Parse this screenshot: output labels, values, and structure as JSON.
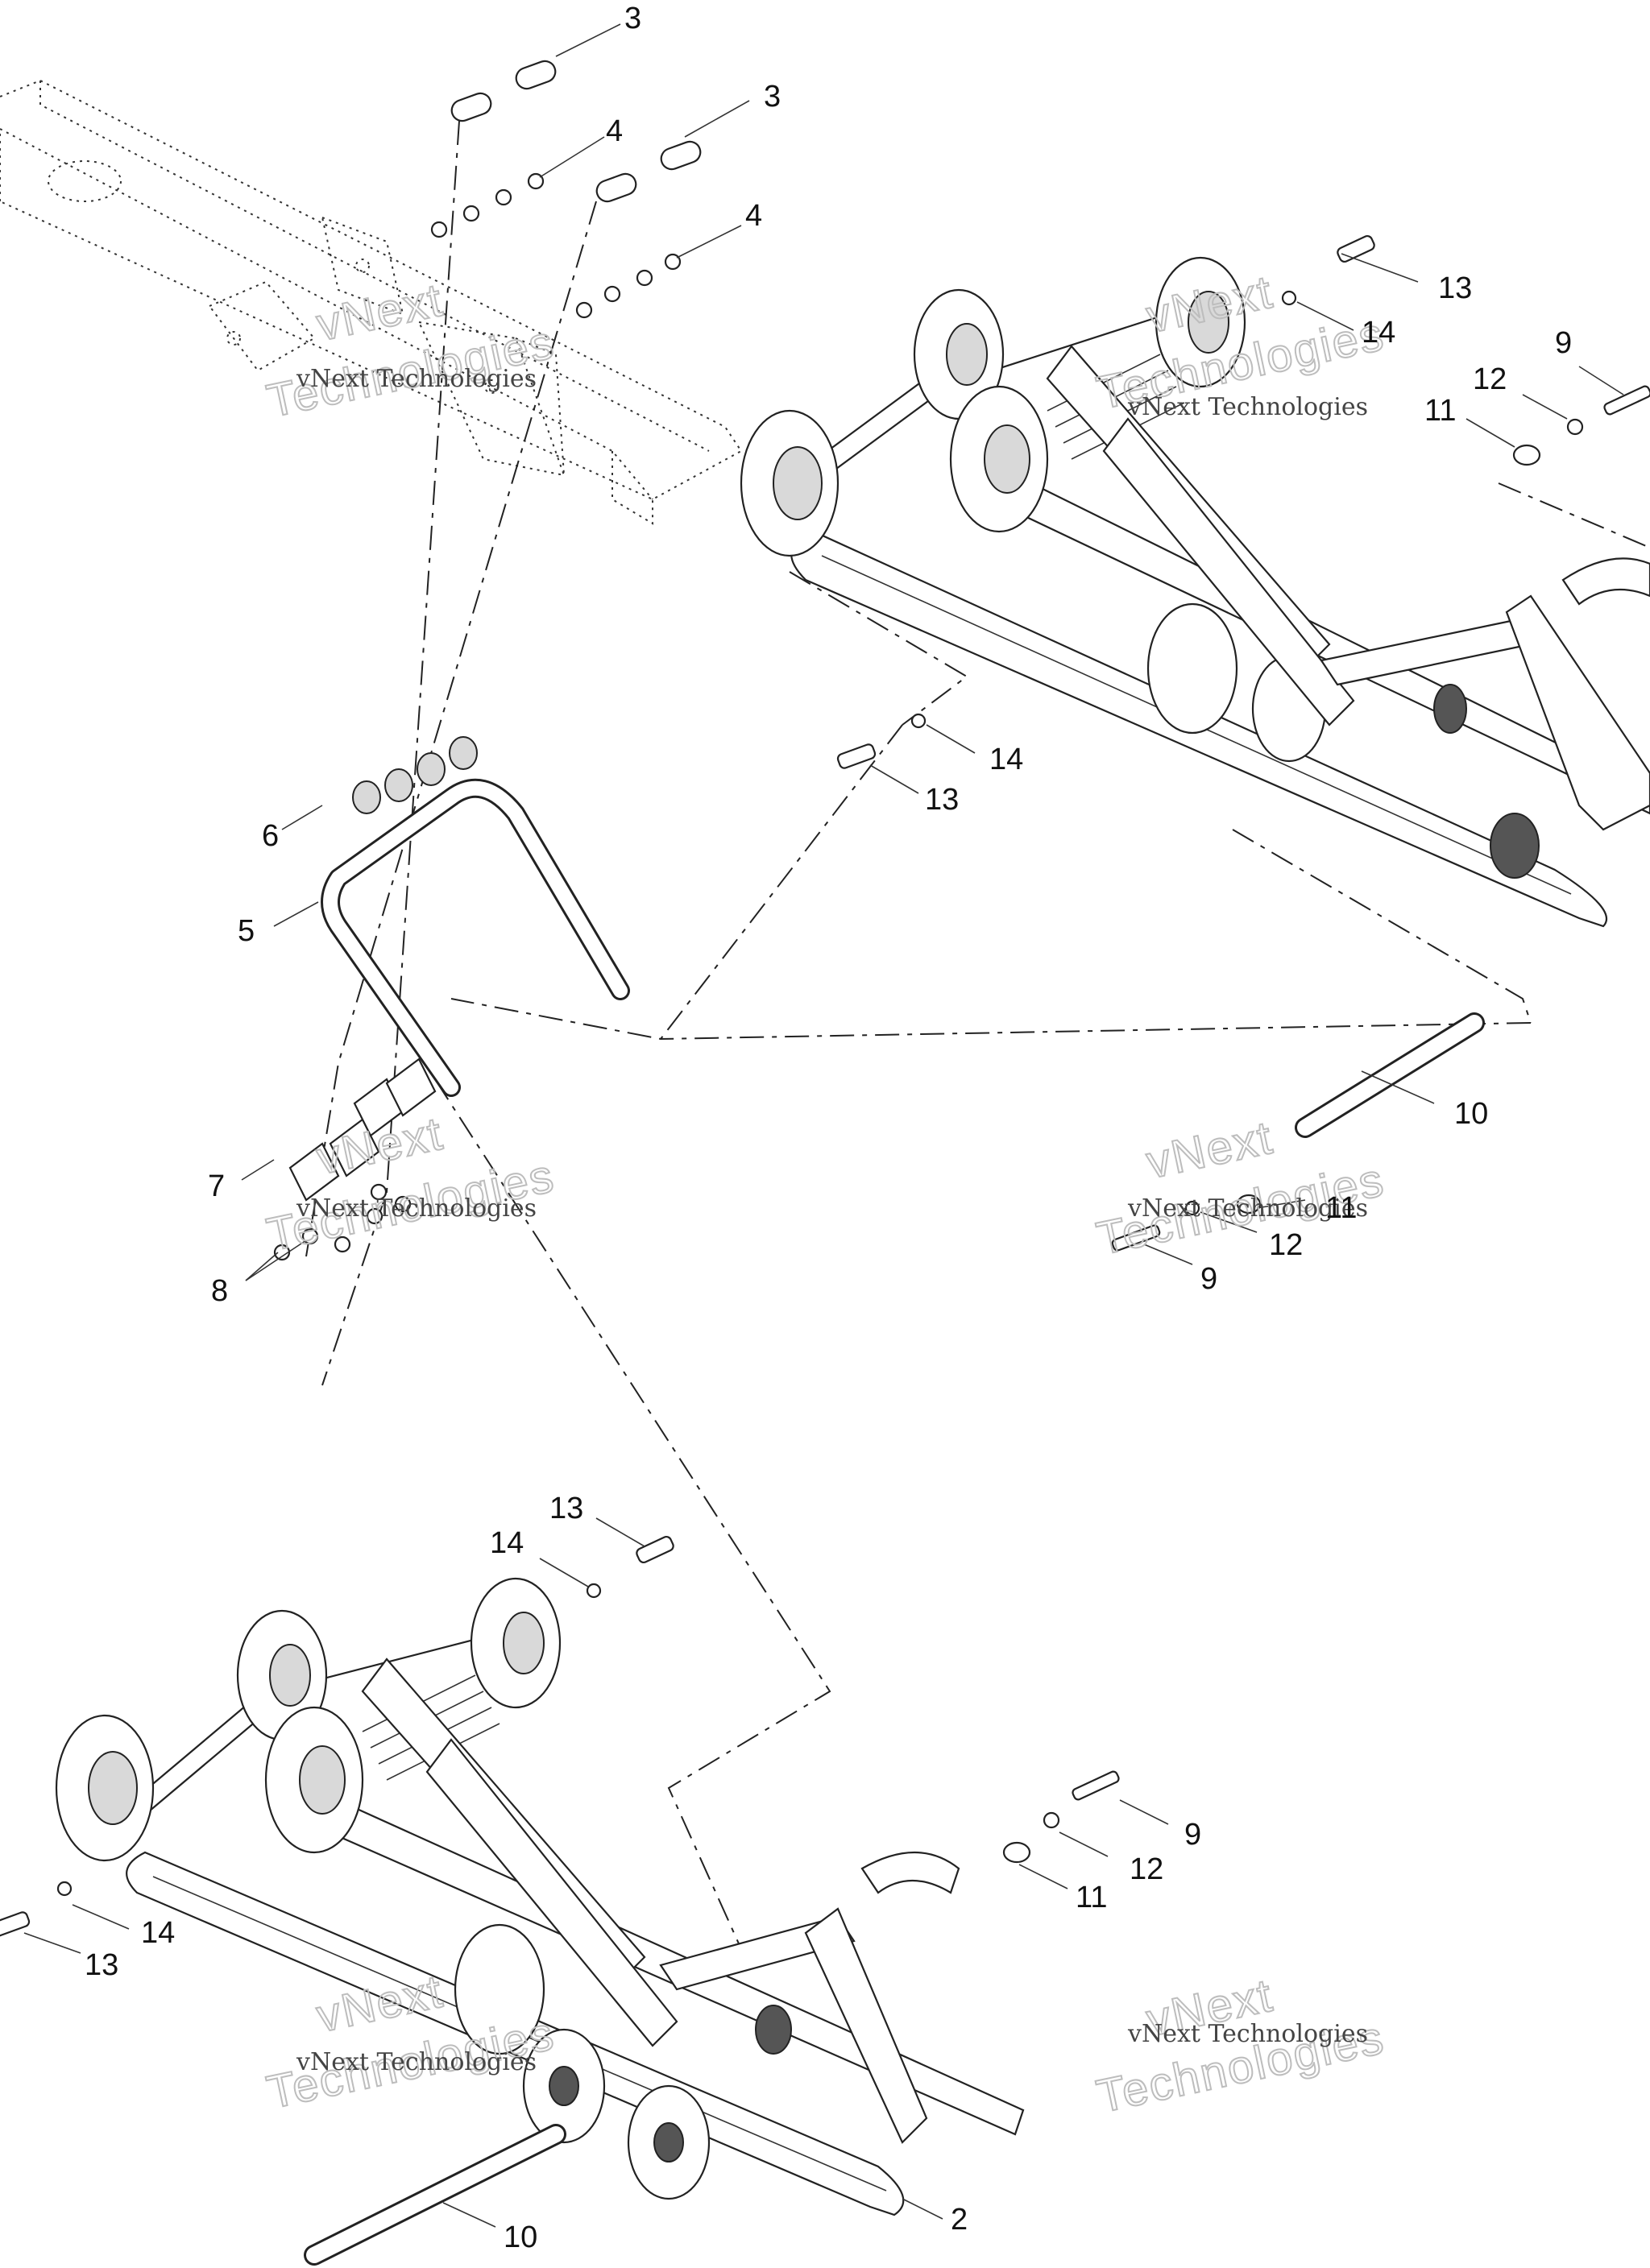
{
  "callouts": {
    "c3a": "3",
    "c3b": "3",
    "c4a": "4",
    "c4b": "4",
    "c13a": "13",
    "c14a": "14",
    "c9a": "9",
    "c12a": "12",
    "c11a": "11",
    "c14b": "14",
    "c13b": "13",
    "c6": "6",
    "c5": "5",
    "c10a": "10",
    "c7": "7",
    "c8": "8",
    "c11b": "11",
    "c12b": "12",
    "c9b": "9",
    "c13c": "13",
    "c14c": "14",
    "c9c": "9",
    "c12c": "12",
    "c11c": "11",
    "c14d": "14",
    "c13d": "13",
    "c2": "2",
    "c10b": "10"
  },
  "watermarks": {
    "small_text": "vNext Technologies",
    "big_line1": "vNext",
    "big_line2": "Technologies"
  }
}
